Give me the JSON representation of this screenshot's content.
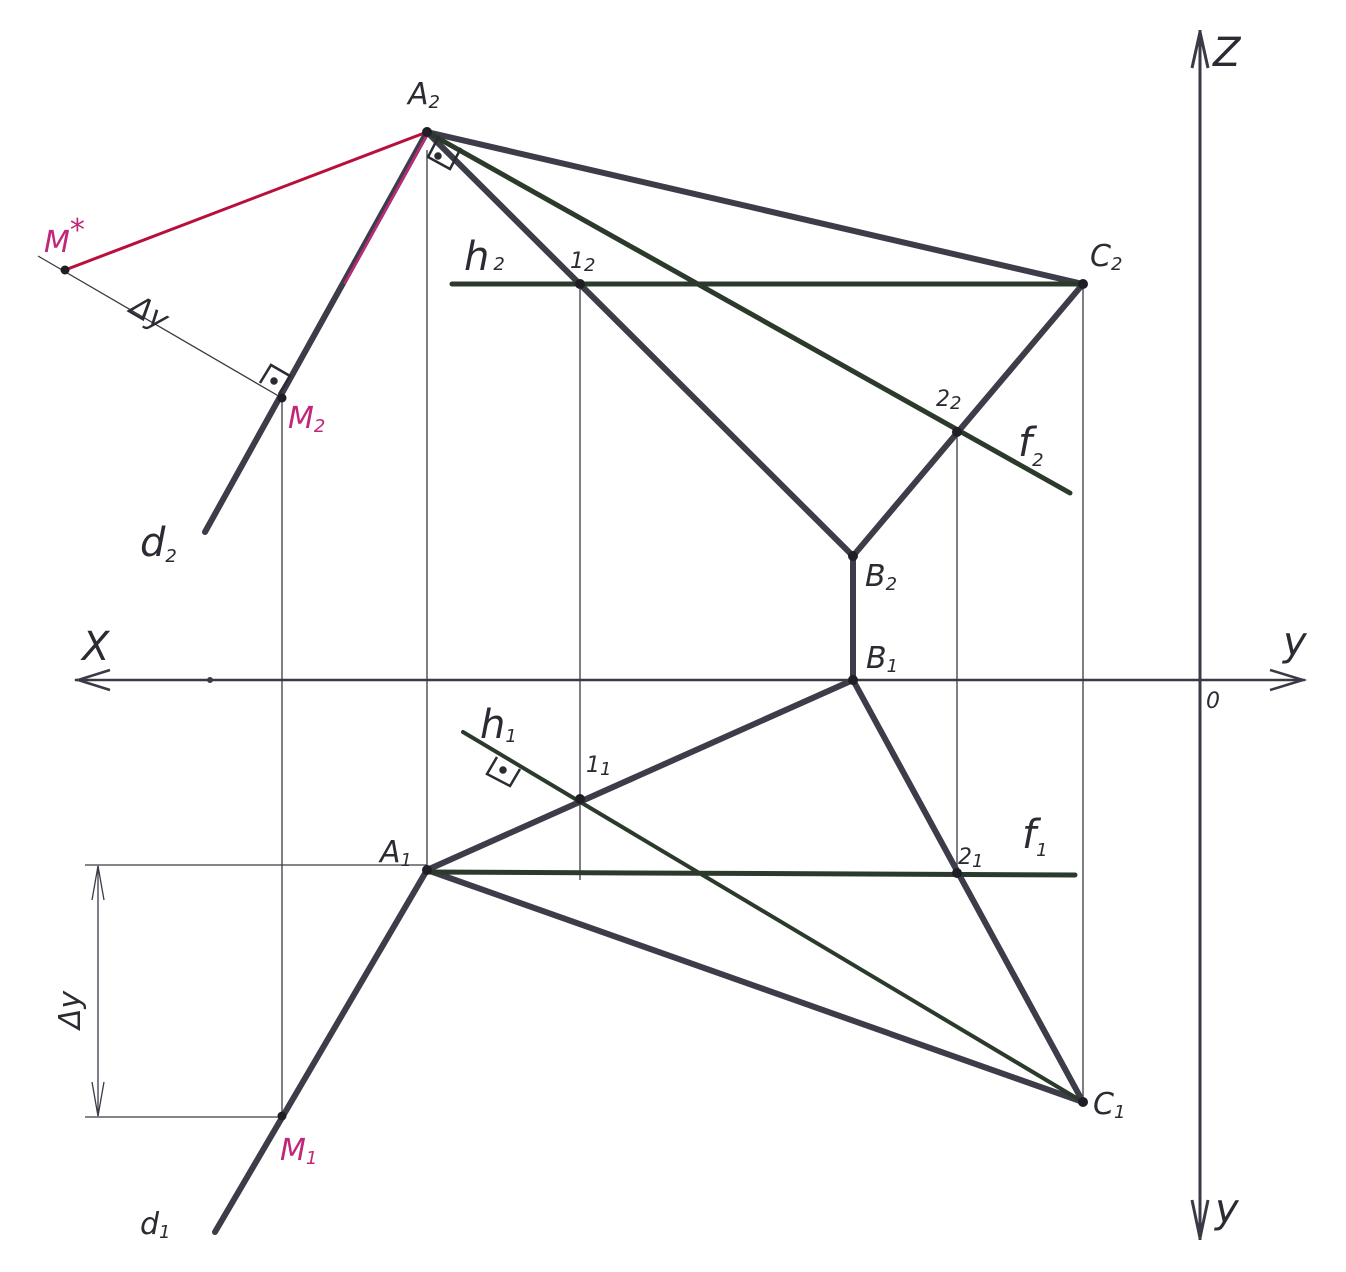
{
  "diagram": {
    "axes": {
      "x": "X",
      "y_right": "y",
      "z": "Z",
      "y_bottom": "y",
      "origin": "0"
    },
    "points": {
      "A2": {
        "main": "A",
        "sub": "2"
      },
      "C2": {
        "main": "C",
        "sub": "2"
      },
      "B2": {
        "main": "B",
        "sub": "2"
      },
      "B1": {
        "main": "B",
        "sub": "1"
      },
      "A1": {
        "main": "A",
        "sub": "1"
      },
      "C1": {
        "main": "C",
        "sub": "1"
      },
      "p12": {
        "main": "1",
        "sub": "2"
      },
      "p11": {
        "main": "1",
        "sub": "1"
      },
      "p22": {
        "main": "2",
        "sub": "2"
      },
      "p21": {
        "main": "2",
        "sub": "1"
      },
      "M2": {
        "main": "M",
        "sub": "2"
      },
      "M1": {
        "main": "M",
        "sub": "1"
      },
      "Mstar": {
        "main": "M",
        "sub": "*"
      }
    },
    "lines": {
      "h2": {
        "main": "h",
        "sub": "2"
      },
      "h1": {
        "main": "h",
        "sub": "1"
      },
      "f2": {
        "main": "f",
        "sub": "2"
      },
      "f1": {
        "main": "f",
        "sub": "1"
      },
      "d2": {
        "main": "d",
        "sub": "2"
      },
      "d1": {
        "main": "d",
        "sub": "1"
      }
    },
    "dimensions": {
      "delta_y_top": "Δy",
      "delta_y_left": "Δy"
    },
    "colors": {
      "ink": "#3a3a46",
      "thick": "#3d3d4a",
      "dark_green": "#2c3a2c",
      "pink": "#c2267a",
      "red": "#b8103a"
    }
  }
}
